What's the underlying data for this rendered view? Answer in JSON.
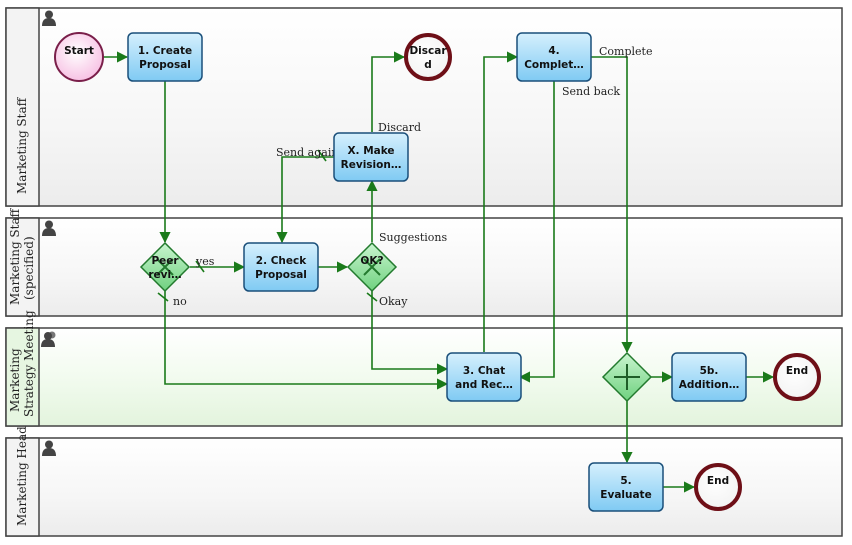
{
  "lanes": [
    {
      "id": "staff",
      "title_lines": [
        "Marketing Staff"
      ]
    },
    {
      "id": "specified",
      "title_lines": [
        "Marketing Staff",
        "(specified)"
      ]
    },
    {
      "id": "meeting",
      "title_lines": [
        "Marketing",
        "Strategy Meeting"
      ]
    },
    {
      "id": "head",
      "title_lines": [
        "Marketing Head"
      ]
    }
  ],
  "nodes": {
    "start": {
      "type": "start",
      "label_lines": [
        "Start"
      ]
    },
    "create": {
      "type": "task",
      "label_lines": [
        "1. Create",
        "Proposal"
      ]
    },
    "discard": {
      "type": "end",
      "label_lines": [
        "Discar",
        "d"
      ]
    },
    "complete": {
      "type": "task",
      "label_lines": [
        "4.",
        "Complet…"
      ]
    },
    "revision": {
      "type": "task",
      "label_lines": [
        "X. Make",
        "Revision…"
      ]
    },
    "peer": {
      "type": "gateway",
      "label_lines": [
        "Peer",
        "revi…"
      ]
    },
    "check": {
      "type": "task",
      "label_lines": [
        "2. Check",
        "Proposal"
      ]
    },
    "ok": {
      "type": "gateway",
      "label_lines": [
        "OK?"
      ]
    },
    "chat": {
      "type": "task",
      "label_lines": [
        "3. Chat",
        "and Rec…"
      ]
    },
    "parallel": {
      "type": "parallel",
      "label_lines": []
    },
    "additional": {
      "type": "task",
      "label_lines": [
        "5b.",
        "Addition…"
      ]
    },
    "end1": {
      "type": "end",
      "label_lines": [
        "End"
      ]
    },
    "evaluate": {
      "type": "task",
      "label_lines": [
        "5.",
        "Evaluate"
      ]
    },
    "end2": {
      "type": "end",
      "label_lines": [
        "End"
      ]
    }
  },
  "flow_labels": {
    "complete": "Complete",
    "send_back": "Send back",
    "discard": "Discard",
    "send_again": "Send again",
    "yes": "yes",
    "no": "no",
    "suggestions": "Suggestions",
    "okay": "Okay"
  },
  "colors": {
    "flow": "#1a7a1a",
    "task_fill": "#8fd3f7",
    "task_stroke": "#1a4f7a",
    "gateway_fill": "#8de39a",
    "gateway_stroke": "#237a2e",
    "start_fill": "#fbd3ec",
    "start_stroke": "#7a1f4a",
    "end_stroke": "#6e0f17",
    "lane_border": "#444444",
    "meeting_bg": "#e8f6e4"
  }
}
